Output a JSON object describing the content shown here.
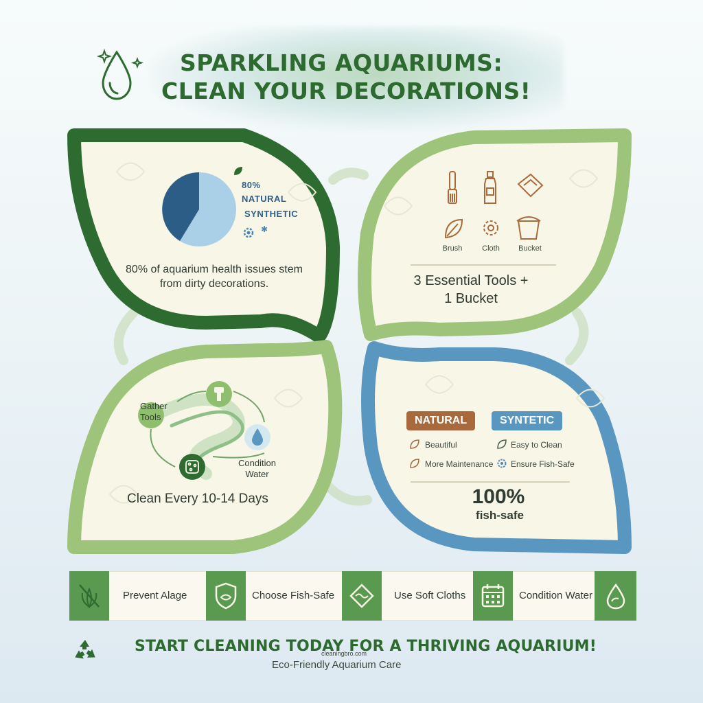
{
  "header": {
    "title_line1": "SPARKLING AQUARIUMS:",
    "title_line2": "CLEAN YOUR DECORATIONS!"
  },
  "colors": {
    "dark_green": "#2e6b30",
    "light_green": "#9dc47a",
    "blue": "#5a97c0",
    "cream": "#f8f6e6",
    "natural_brown": "#a86a3c",
    "synthetic_blue": "#5a97c0"
  },
  "stat_quadrant": {
    "pie_label_1": "80%",
    "pie_label_2": "NATURAL",
    "pie_label_3": "SYNTHETIC",
    "caption_line1": "80% of aquarium health issues stem",
    "caption_line2": "from dirty decorations."
  },
  "tools_quadrant": {
    "tools": [
      {
        "label": "Brush",
        "icon": "leaf-icon"
      },
      {
        "label": "Cloth",
        "icon": "gear-icon"
      },
      {
        "label": "Bucket",
        "icon": "bucket-icon"
      }
    ],
    "top_icons": [
      "brush-icon",
      "bottle-icon",
      "cloth-icon"
    ],
    "caption_line1": "3 Essential Tools +",
    "caption_line2": "1 Bucket"
  },
  "process_quadrant": {
    "step_gather_line1": "Gather",
    "step_gather_line2": "Tools",
    "step_condition_line1": "Condition",
    "step_condition_line2": "Water",
    "caption": "Clean Every 10-14 Days"
  },
  "comparison_quadrant": {
    "natural_tag": "NATURAL",
    "synthetic_tag": "SYNTETIC",
    "natural_props": [
      "Beautiful",
      "More Maintenance"
    ],
    "synthetic_props": [
      "Easy to Clean",
      "Ensure Fish-Safe"
    ],
    "stat_value": "100%",
    "stat_label": "fish-safe"
  },
  "tips": [
    {
      "label": "Prevent Alage",
      "icon": "no-algae-icon"
    },
    {
      "label": "Choose Fish-Safe",
      "icon": "shield-icon"
    },
    {
      "label": "Use Soft Cloths",
      "icon": "cloth-icon"
    },
    {
      "label": "Condition Water",
      "icon": "calendar-icon"
    }
  ],
  "tips_end_icon": "water-drop-icon",
  "footer": {
    "cta": "START CLEANING TODAY FOR A THRIVING AQUARIUM!",
    "watermark": "cleaningbro.com",
    "subtitle": "Eco-Friendly Aquarium Care"
  }
}
